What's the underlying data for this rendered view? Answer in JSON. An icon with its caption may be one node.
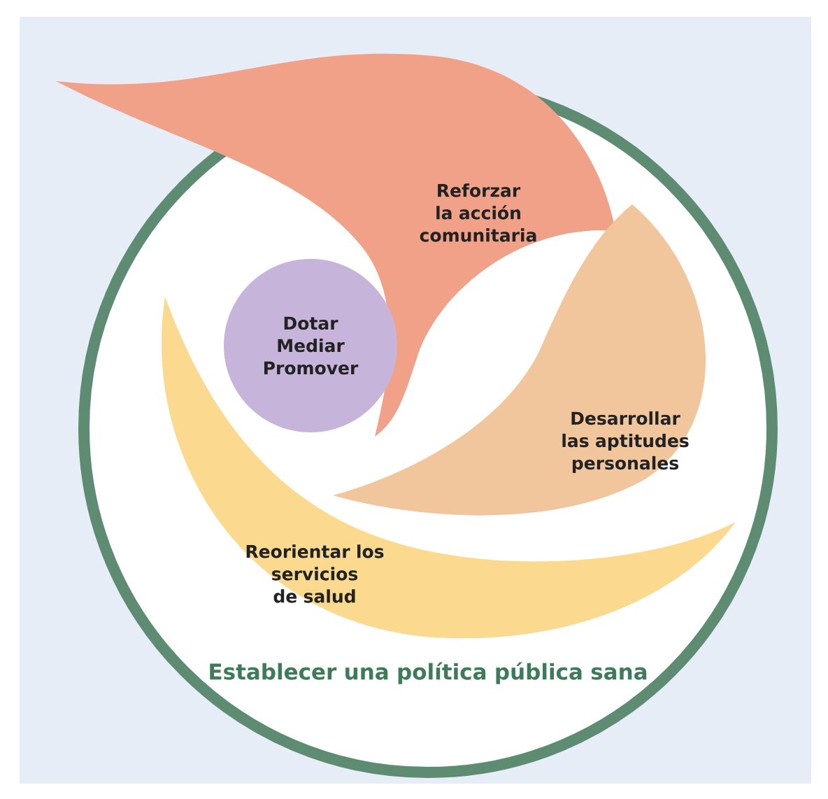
{
  "diagram": {
    "nodes": [
      {
        "text": [
          "Establecer una política pública sana"
        ]
      },
      {
        "text": [
          "Reforzar la acción comunitaria"
        ]
      },
      {
        "text": [
          "Dotar Mediar Promover"
        ],
        "in": 0
      },
      {
        "text": [
          "Desarrollar las aptitudes personales"
        ],
        "in": 0
      },
      {
        "text": [
          "Reorientar los servicios de salud"
        ],
        "in": 0
      }
    ]
  }
}
